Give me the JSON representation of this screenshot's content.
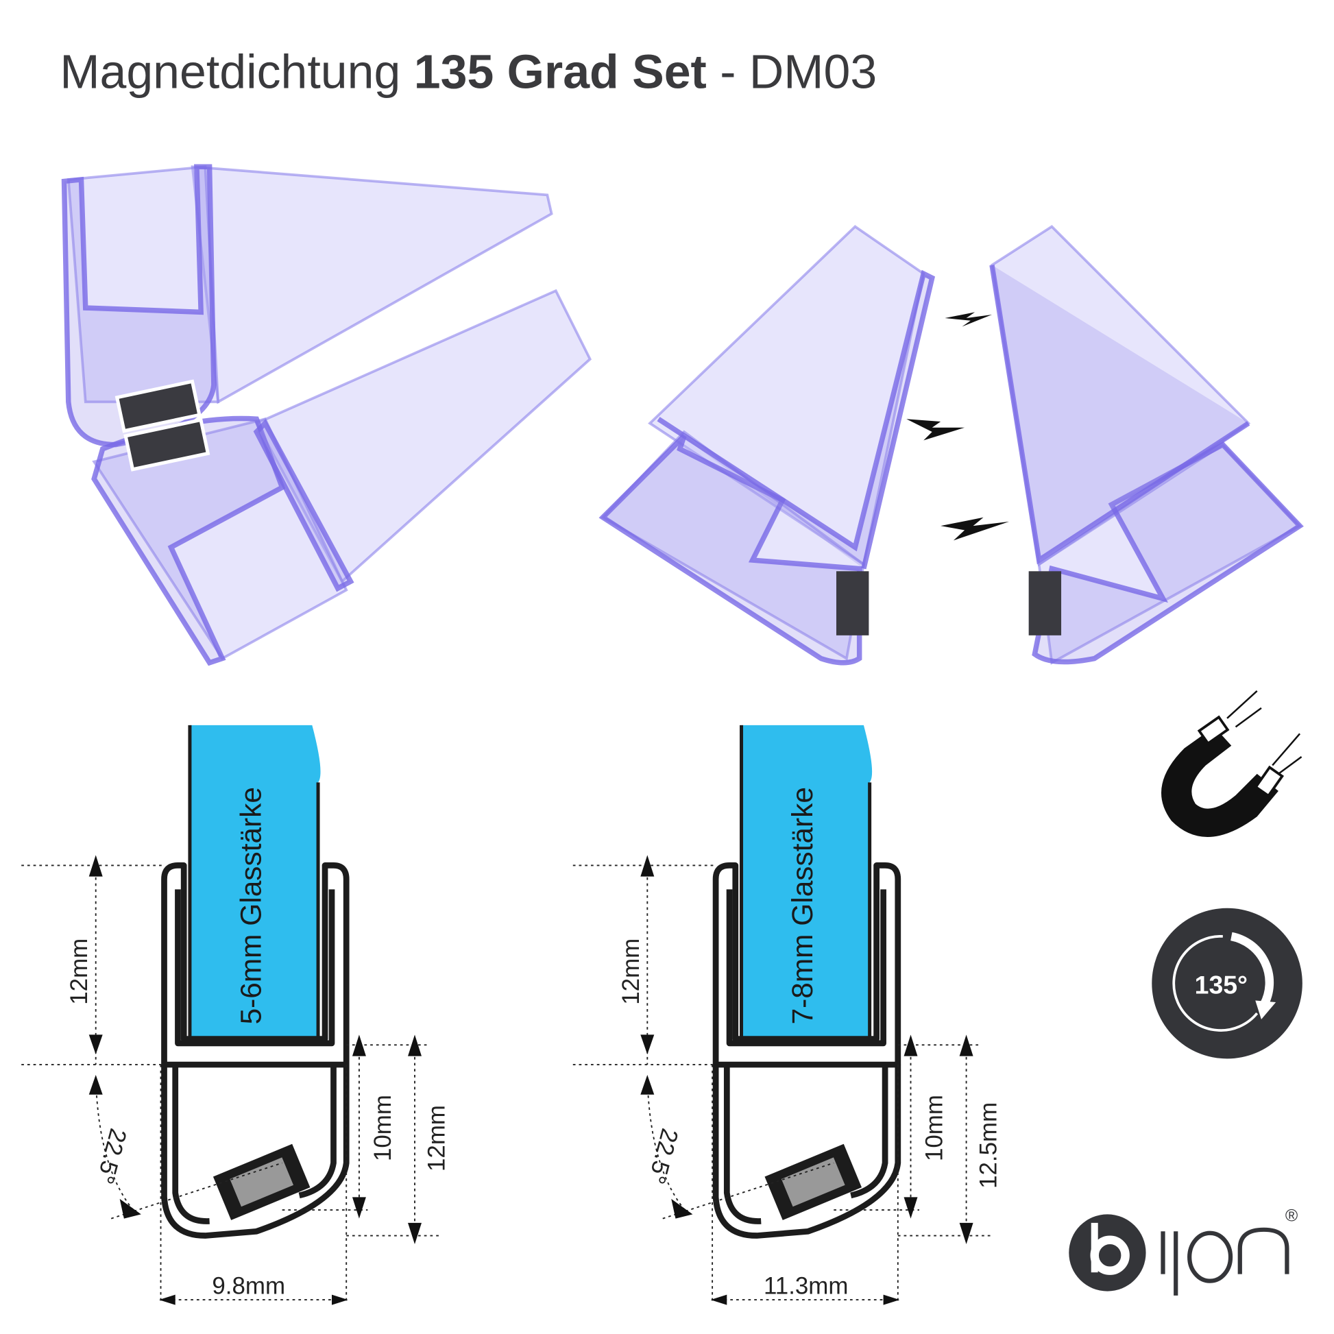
{
  "title": {
    "prefix": "Magnetdichtung ",
    "bold": "135 Grad Set",
    "suffix": " - DM03"
  },
  "profiles": [
    {
      "glass_label": "5-6mm Glasstärke",
      "top_height": "12mm",
      "inner_height": "10mm",
      "outer_height": "12mm",
      "angle": "22.5°",
      "width": "9.8mm"
    },
    {
      "glass_label": "7-8mm Glasstärke",
      "top_height": "12mm",
      "inner_height": "10mm",
      "outer_height": "12.5mm",
      "angle": "22.5°",
      "width": "11.3mm"
    }
  ],
  "badges": {
    "angle_badge": "135°"
  },
  "logo": {
    "text": "bijon",
    "registered": "®"
  },
  "colors": {
    "glass": "#2fbdee",
    "seal": "#8f85e8",
    "profile_fill": "#bdbdbf",
    "badge": "#343539"
  }
}
